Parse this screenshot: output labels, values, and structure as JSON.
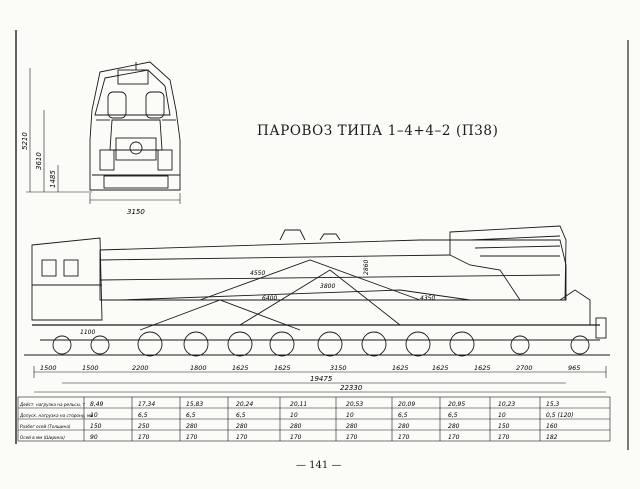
{
  "title": "ПАРОВОЗ ТИПА 1–4+4–2 (П38)",
  "page_number": "— 141 —",
  "front_view": {
    "width_dim": "3150",
    "height_dims": [
      "5210",
      "3610",
      "1485"
    ]
  },
  "side_view": {
    "wheelbase_dims": [
      "1500",
      "1500",
      "2200",
      "1800",
      "1625",
      "1625",
      "3150",
      "1625",
      "1625",
      "1625",
      "2700",
      "965"
    ],
    "total_wheelbase": "19475",
    "total_length": "22330",
    "inner_labels": [
      "4550",
      "3800",
      "2860",
      "6400",
      "4350",
      "1100"
    ]
  },
  "table": {
    "rows": [
      [
        "Дейст. нагрузка на рельсы, т",
        "8,49",
        "17,34",
        "15,83",
        "20,24",
        "20,11",
        "20,53",
        "20,09",
        "20,95",
        "10,23",
        "15,3"
      ],
      [
        "Допуск. нагрузка на сторону, мм",
        "10",
        "6,5",
        "6,5",
        "6,5",
        "10",
        "10",
        "6,5",
        "6,5",
        "10",
        "0,5 (120)"
      ],
      [
        "Разбег осей (Толщина)",
        "150",
        "250",
        "280",
        "280",
        "280",
        "280",
        "280",
        "280",
        "150",
        "160"
      ],
      [
        "Осей в мм (Ширина)",
        "90",
        "170",
        "170",
        "170",
        "170",
        "170",
        "170",
        "170",
        "170",
        "182"
      ]
    ]
  }
}
